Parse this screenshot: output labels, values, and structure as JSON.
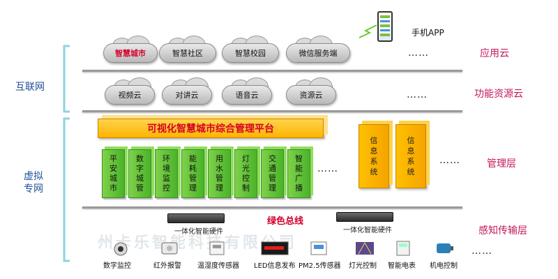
{
  "side_labels": {
    "internet": "互联网",
    "private_net": [
      "虚拟",
      "专网"
    ]
  },
  "layers": {
    "app_cloud": "应用云",
    "function_cloud": "功能资源云",
    "management": "管理层",
    "sensing": "感知传输层"
  },
  "app_clouds": [
    "智慧城市",
    "智慧社区",
    "智慧校园",
    "微信服务端"
  ],
  "function_clouds": [
    "视频云",
    "对讲云",
    "语音云",
    "资源云"
  ],
  "mobile_app": "手机APP",
  "platform_title": "可视化智慧城市综合管理平台",
  "green_blocks": [
    "平安城市",
    "数字城管",
    "环境监控",
    "能耗管理",
    "用水管理",
    "灯光控制",
    "交通管理",
    "智能广播"
  ],
  "yellow_blocks": [
    "信息系统",
    "信息系统"
  ],
  "ellipsis": "……",
  "ellipsis_short": "……",
  "bus_label": "绿色总线",
  "hardware_label": "一体化智能硬件",
  "devices": [
    "数字监控",
    "红外报警",
    "温湿度传感器",
    "LED信息发布",
    "PM2.5传感器",
    "灯光控制",
    "智能电表",
    "机电控制"
  ],
  "watermark": "州卡乐智能科技有限公司",
  "colors": {
    "platform": "#ffc000",
    "platform_text": "#d4002a",
    "green": "#5cc036",
    "layer_text": "#c2185b",
    "side_text": "#1f4e9a"
  }
}
